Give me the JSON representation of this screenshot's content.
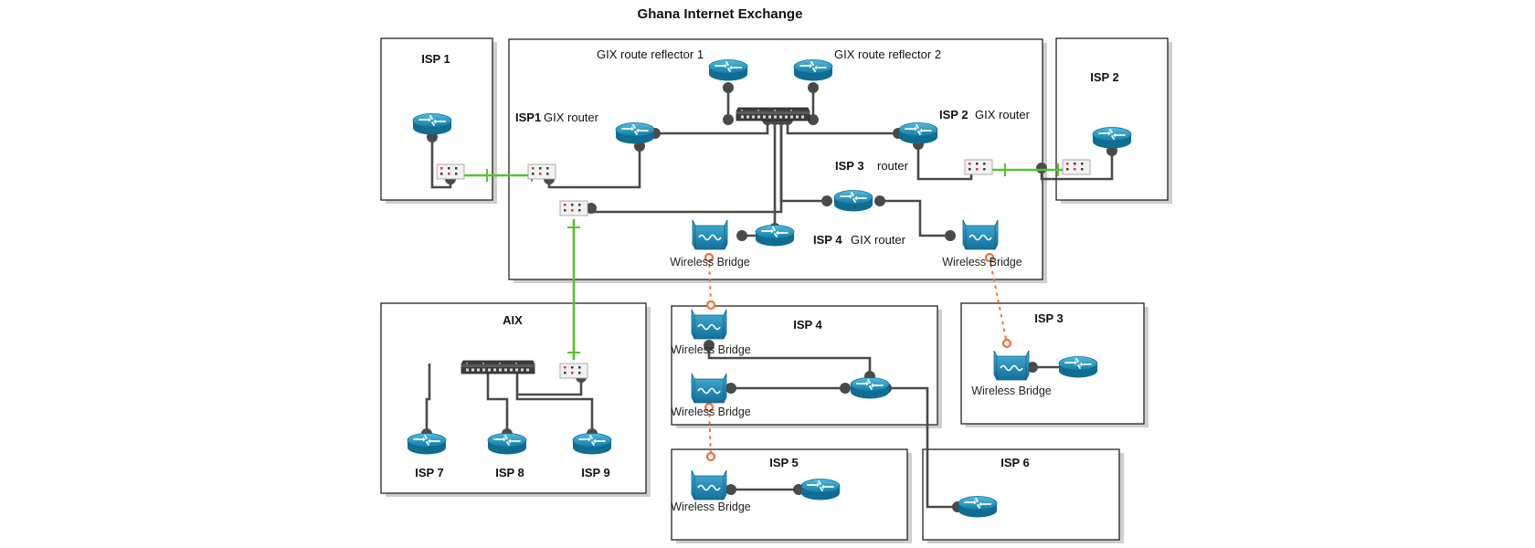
{
  "title": "Ghana Internet Exchange",
  "boxes": {
    "isp1": "ISP 1",
    "isp2": "ISP 2",
    "aix": "AIX",
    "isp4": "ISP 4",
    "isp3": "ISP 3",
    "isp5": "ISP 5",
    "isp6": "ISP 6"
  },
  "labels": {
    "route_reflector_1": "GIX route reflector 1",
    "route_reflector_2": "GIX route reflector 2",
    "isp1_gix_router_a": "ISP1",
    "isp1_gix_router_b": "GIX router",
    "isp2_gix_router_a": "ISP 2",
    "isp2_gix_router_b": "GIX router",
    "isp3_router_a": "ISP 3",
    "isp3_router_b": "router",
    "isp4_gix_router_a": "ISP 4",
    "isp4_gix_router_b": "GIX router",
    "isp7": "ISP 7",
    "isp8": "ISP 8",
    "isp9": "ISP 9"
  },
  "wireless_bridge": "Wireless Bridge",
  "colors": {
    "router": "#1b8fb8",
    "fiber": "#55c42a",
    "radio": "#e8743b",
    "wire": "#4a4a4a"
  },
  "icons": [
    "router-icon",
    "switch-icon",
    "patch-panel-icon",
    "wireless-bridge-icon"
  ]
}
